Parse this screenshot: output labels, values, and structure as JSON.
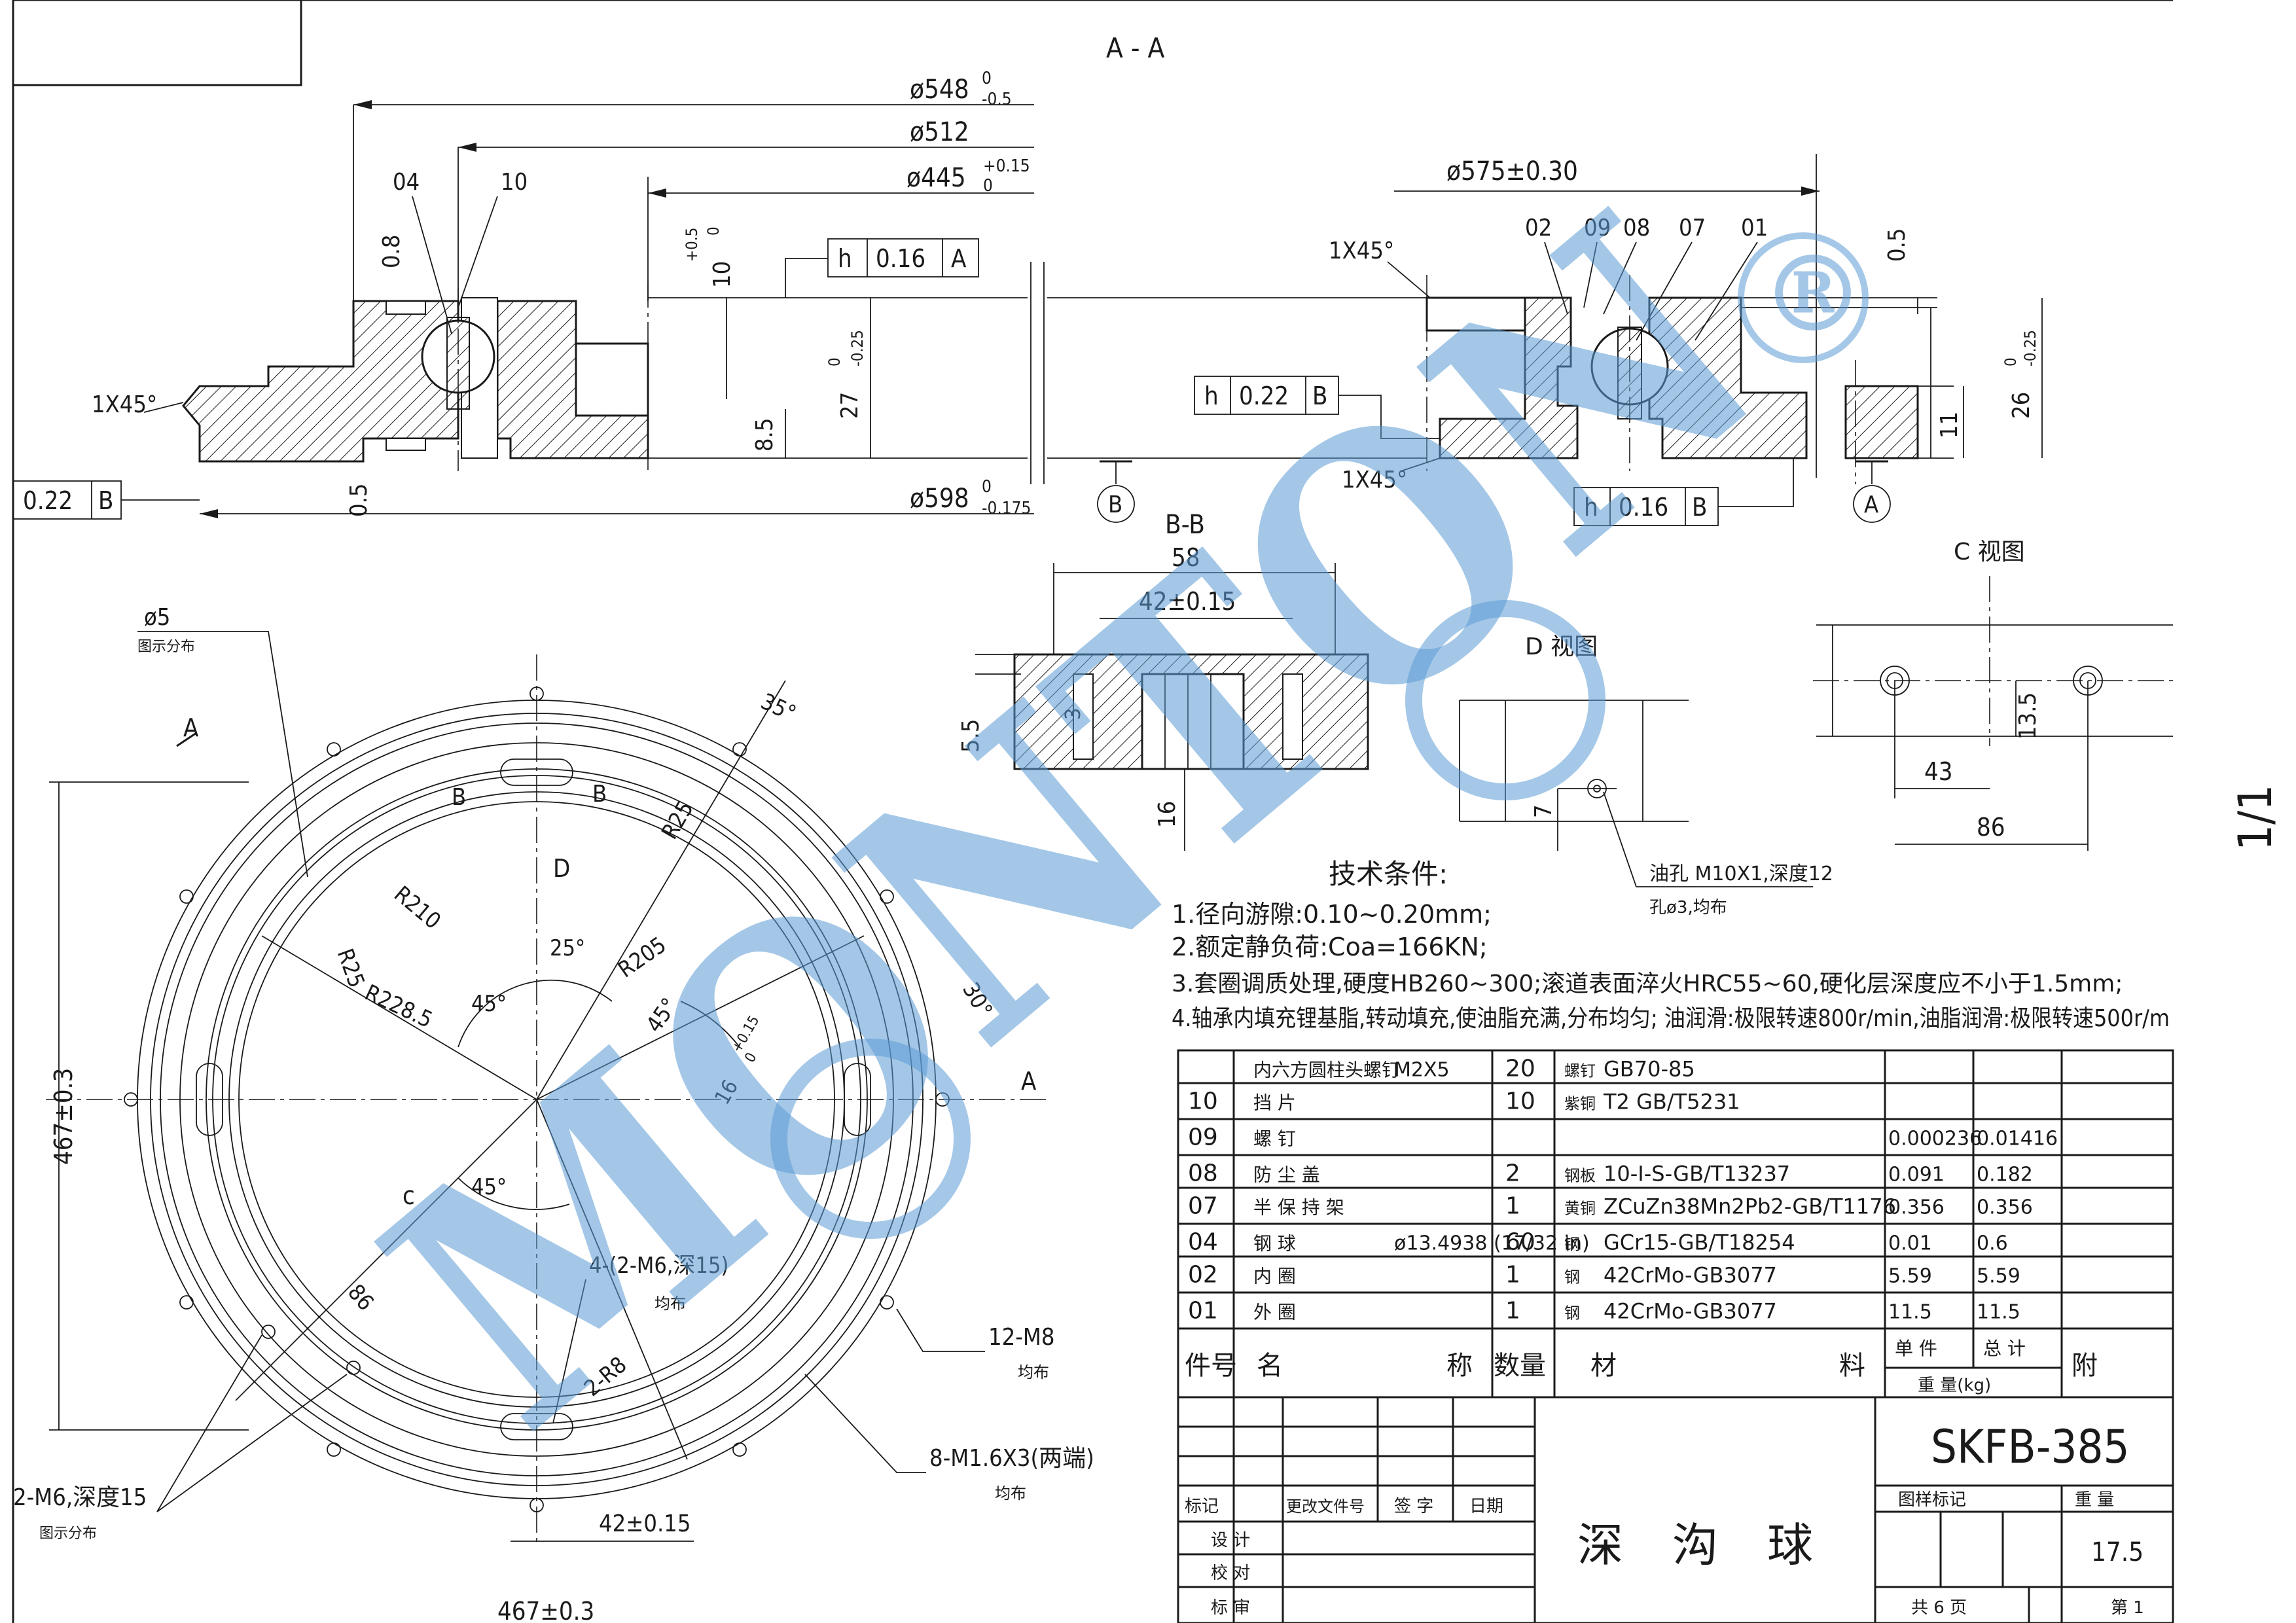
{
  "section_title": "A - A",
  "section_aa": {
    "dim_548": "ø548",
    "dim_548_tol_upper": "0",
    "dim_548_tol_lower": "-0.5",
    "dim_512": "ø512",
    "dim_445": "ø445",
    "dim_445_tol_upper": "+0.15",
    "dim_445_tol_lower": "0",
    "dim_575": "ø575±0.30",
    "dim_598": "ø598",
    "dim_598_tol_upper": "0",
    "dim_598_tol_lower": "-0.175",
    "label_04": "04",
    "label_10": "10",
    "label_02": "02",
    "label_09": "09",
    "label_08": "08",
    "label_07": "07",
    "label_01": "01",
    "dim_0_8": "0.8",
    "dim_10": "10",
    "dim_10_tol_upper": "+0.5",
    "dim_10_tol_lower": "0",
    "dim_27": "27",
    "dim_27_tol_upper": "0",
    "dim_27_tol_lower": "-0.25",
    "dim_8_5": "8.5",
    "dim_0_5_left": "0.5",
    "dim_0_5_right": "0.5",
    "dim_26": "26",
    "dim_26_tol_upper": "0",
    "dim_26_tol_lower": "-0.25",
    "dim_11": "11",
    "chamfer_left": "1X45°",
    "chamfer_right_top": "1X45°",
    "chamfer_right_bottom": "1X45°",
    "fcf_top_sym": "h",
    "fcf_top_val": "0.16",
    "fcf_top_ref": "A",
    "fcf_left_val": "0.22",
    "fcf_left_ref": "B",
    "fcf_mid_sym": "h",
    "fcf_mid_val": "0.22",
    "fcf_mid_ref": "B",
    "fcf_bot_sym": "h",
    "fcf_bot_val": "0.16",
    "fcf_bot_ref": "B",
    "datum_b": "B",
    "datum_a": "A"
  },
  "section_bb": {
    "title": "B-B",
    "dim_58": "58",
    "dim_42": "42±0.15",
    "dim_5_5": "5.5",
    "dim_3": "3",
    "dim_16": "16"
  },
  "view_c": {
    "title": "C 视图",
    "dim_13_5": "13.5",
    "dim_43": "43",
    "dim_86": "86"
  },
  "view_d": {
    "title": "D 视图",
    "dim_7": "7",
    "note_1": "油孔 M10X1,深度12",
    "note_2": "孔ø3,均布"
  },
  "tech": {
    "title": "技术条件:",
    "line1": "1.径向游隙:0.10~0.20mm;",
    "line2": "2.额定静负荷:Coa=166KN;",
    "line3": "3.套圈调质处理,硬度HB260~300;滚道表面淬火HRC55~60,硬化层深度应不小于1.5mm;",
    "line4": "4.轴承内填充锂基脂,转动填充,使油脂充满,分布均匀; 油润滑:极限转速800r/min,油脂润滑:极限转速500r/m"
  },
  "plan_view": {
    "hole_5": "ø5",
    "hole_5_note": "图示分布",
    "label_a_top": "A",
    "label_a_right": "A",
    "label_b1": "B",
    "label_b2": "B",
    "label_c": "c",
    "label_d": "D",
    "r25_a": "R25",
    "r25_b": "R25",
    "r210": "R210",
    "r205": "R205",
    "r228": "R228.5",
    "ang35": "35°",
    "ang30": "30°",
    "ang25": "25°",
    "ang45_a": "45°",
    "ang45_b": "45°",
    "ang45_c": "45°",
    "dim_16": "16",
    "dim_16_tol_upper": "+0.15",
    "dim_16_tol_lower": "0",
    "dim_86": "86",
    "dim_467_v": "467±0.3",
    "dim_467_h": "467±0.3",
    "dim_42": "42±0.15",
    "m6_4": "4-(2-M6,深15)",
    "m6_4_note": "均布",
    "r8": "2-R8",
    "m8": "12-M8",
    "m8_note": "均布",
    "m16": "8-M1.6X3(两端)",
    "m16_note": "均布",
    "m6_2": "2-M6,深度15",
    "m6_2_note": "图示分布"
  },
  "bom": {
    "rows": [
      {
        "no": "",
        "name": "内六方圆柱头螺钉",
        "spec": "M2X5",
        "qty": "20",
        "mat_prefix": "螺钉",
        "material": "GB70-85",
        "unit": "",
        "total": ""
      },
      {
        "no": "10",
        "name": "挡 片",
        "spec": "",
        "qty": "10",
        "mat_prefix": "紫铜",
        "material": "T2 GB/T5231",
        "unit": "",
        "total": ""
      },
      {
        "no": "09",
        "name": "螺 钉",
        "spec": "",
        "qty": "",
        "mat_prefix": "",
        "material": "",
        "unit": "0.000236",
        "total": "0.01416"
      },
      {
        "no": "08",
        "name": "防 尘 盖",
        "spec": "",
        "qty": "2",
        "mat_prefix": "钢板",
        "material": "10-I-S-GB/T13237",
        "unit": "0.091",
        "total": "0.182"
      },
      {
        "no": "07",
        "name": "半 保 持 架",
        "spec": "",
        "qty": "1",
        "mat_prefix": "黄铜",
        "material": "ZCuZn38Mn2Pb2-GB/T1176",
        "unit": "0.356",
        "total": "0.356"
      },
      {
        "no": "04",
        "name": "钢 球",
        "spec": "ø13.4938 (17/32 in)",
        "qty": "60",
        "mat_prefix": "钢",
        "material": "GCr15-GB/T18254",
        "unit": "0.01",
        "total": "0.6"
      },
      {
        "no": "02",
        "name": "内 圈",
        "spec": "",
        "qty": "1",
        "mat_prefix": "钢",
        "material": "42CrMo-GB3077",
        "unit": "5.59",
        "total": "5.59"
      },
      {
        "no": "01",
        "name": "外 圈",
        "spec": "",
        "qty": "1",
        "mat_prefix": "钢",
        "material": "42CrMo-GB3077",
        "unit": "11.5",
        "total": "11.5"
      }
    ],
    "header_no": "件号",
    "header_name": "名 称",
    "header_qty": "数量",
    "header_material": "材 料",
    "header_unit": "单 件",
    "header_total": "总 计",
    "header_weight": "重 量(kg)",
    "header_note": "附"
  },
  "titleblock": {
    "model": "SKFB-385",
    "part_name": "深 沟 球",
    "mark": "标记",
    "change_doc": "更改文件号",
    "sign": "签 字",
    "date": "日期",
    "design": "设 计",
    "check": "校 对",
    "review": "标 审",
    "drawing_mark": "图样标记",
    "weight_label": "重 量",
    "weight": "17.5",
    "total_sheets": "共 6 页",
    "sheet": "第 1",
    "scale": "1/1"
  },
  "watermark": {
    "text": "MONTON",
    "registered": "®"
  }
}
